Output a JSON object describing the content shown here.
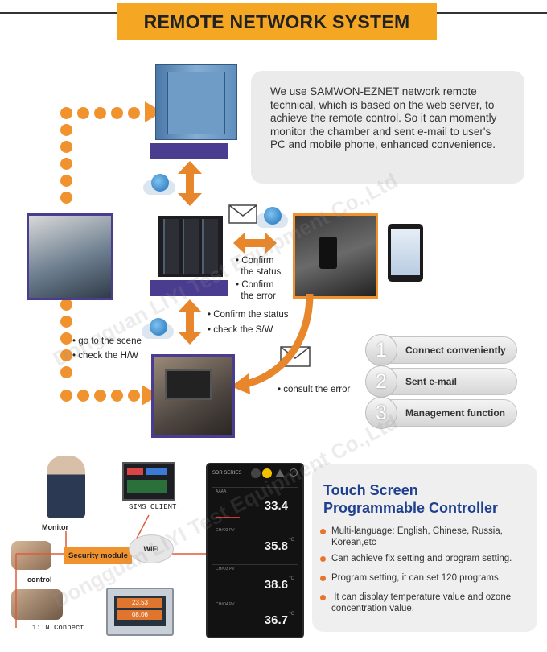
{
  "header": {
    "title": "REMOTE NETWORK SYSTEM"
  },
  "info_text": "We use SAMWON-EZNET network remote technical, which is based on the web server, to achieve the remote control. So it can momently monitor the chamber and sent e-mail to user's PC and mobile phone, enhanced convenience.",
  "flow_labels": {
    "confirm_status_1": "• Confirm\n  the status",
    "confirm_error": "• Confirm\n  the error",
    "confirm_status_2": "• Confirm the status",
    "check_sw": "• check the S/W",
    "go_scene": "• go to the scene",
    "check_hw": "• check the H/W",
    "consult_error": "• consult the error"
  },
  "features": [
    {
      "num": "1",
      "label": "Connect  conveniently"
    },
    {
      "num": "2",
      "label": "Sent e-mail"
    },
    {
      "num": "3",
      "label": "Management  function"
    }
  ],
  "network": {
    "monitor": "Monitor",
    "sims_client": "SIMS CLIENT",
    "security_module": "Security module",
    "wifi": "WIFI",
    "control": "control",
    "connect": "1::N Connect",
    "panel_values": [
      "23.53",
      "08.06"
    ]
  },
  "device": {
    "title": "SDR SERIES",
    "rows": [
      {
        "label": "AAAA",
        "value": "33.4"
      },
      {
        "label": "CH#03 PV",
        "value": "35.8"
      },
      {
        "label": "CH#03 PV",
        "value": "38.6"
      },
      {
        "label": "CH#04 PV",
        "value": "36.7"
      }
    ],
    "unit": "°C"
  },
  "controller": {
    "title_line1": "Touch Screen",
    "title_line2": "Programmable Controller",
    "bullets": [
      "Multi-language: English, Chinese, Russia, Korean,etc",
      "Can achieve fix setting and program setting.",
      "Program setting, it can set 120 programs.",
      " It can display temperature value and ozone concentration value."
    ]
  },
  "watermark": "Dongguan LIYI Test Equipment Co.,Ltd",
  "colors": {
    "accent": "#f5a623",
    "orange": "#f0922e",
    "title_blue": "#1f3f8f",
    "frame_purple": "#4a3d8f"
  }
}
